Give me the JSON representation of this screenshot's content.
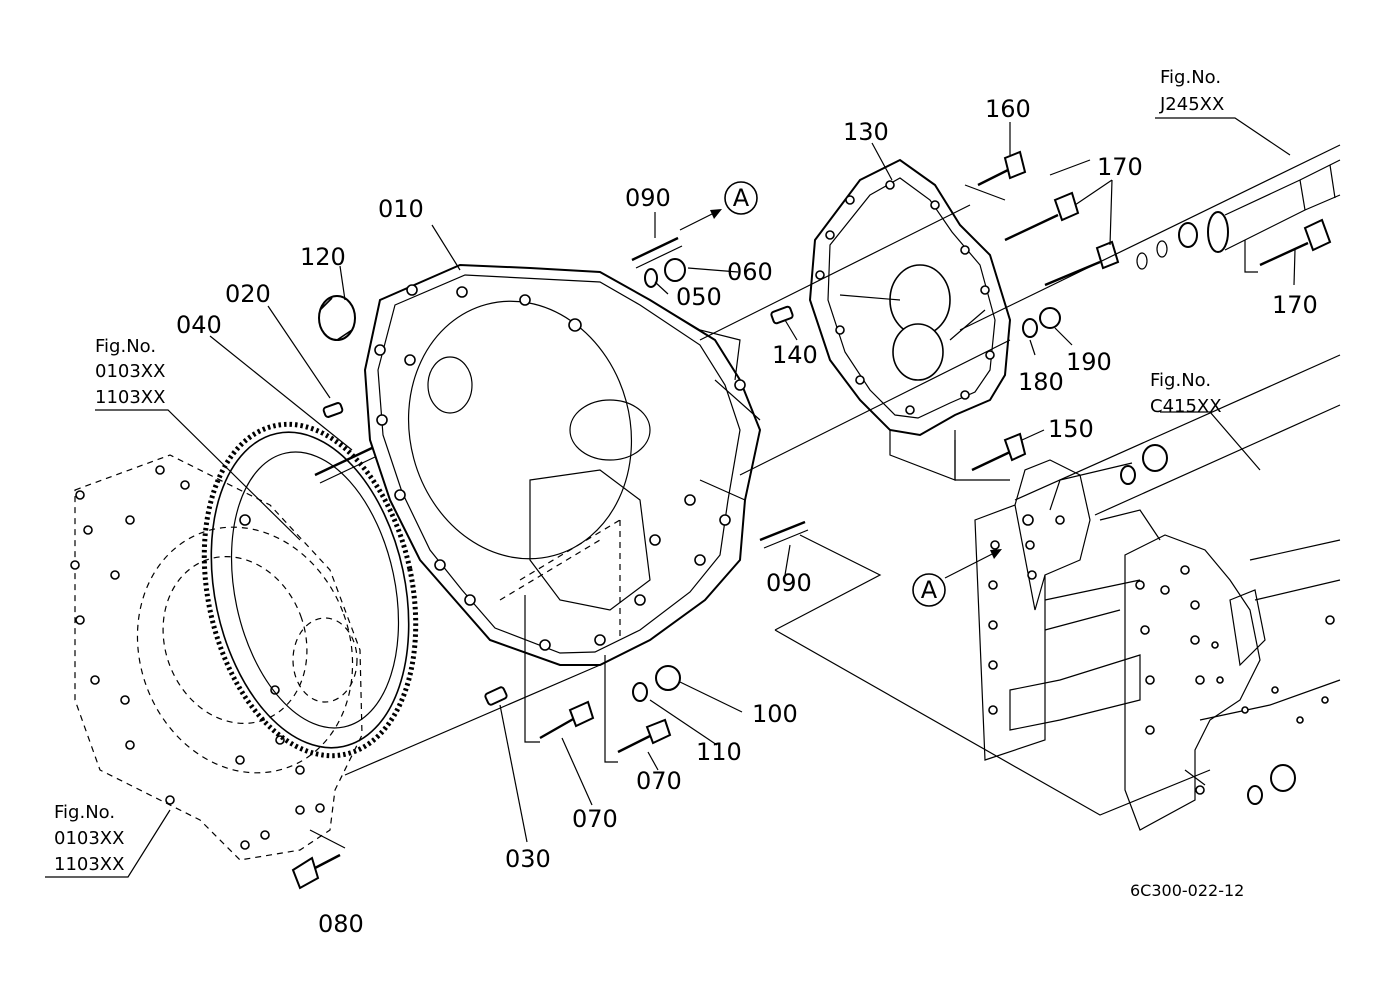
{
  "diagram_code": "6C300-022-12",
  "arrow_marker": "A",
  "part_labels": {
    "p010": "010",
    "p020": "020",
    "p030": "030",
    "p040": "040",
    "p050": "050",
    "p060": "060",
    "p070a": "070",
    "p070b": "070",
    "p080": "080",
    "p090a": "090",
    "p090b": "090",
    "p100": "100",
    "p110": "110",
    "p120": "120",
    "p130": "130",
    "p140": "140",
    "p150": "150",
    "p160": "160",
    "p170a": "170",
    "p170b": "170",
    "p180": "180",
    "p190": "190"
  },
  "figure_refs": {
    "left_top": [
      "Fig.No.",
      "0103XX",
      "1103XX"
    ],
    "left_bottom": [
      "Fig.No.",
      "0103XX",
      "1103XX"
    ],
    "right_top": [
      "Fig.No.",
      "J245XX"
    ],
    "right_mid": [
      "Fig.No.",
      "C415XX"
    ]
  }
}
